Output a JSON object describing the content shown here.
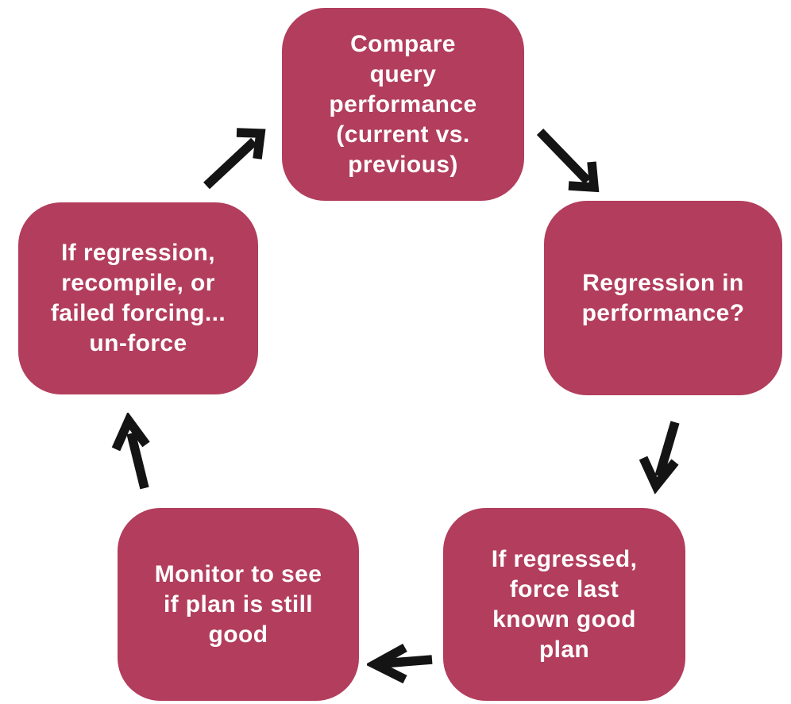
{
  "diagram": {
    "name": "query-plan-regression-tuning-cycle",
    "background": "#ffffff",
    "node_fill": "#b23d5c",
    "node_text_color": "#ffffff",
    "arrow_color": "#141414",
    "nodes": [
      {
        "id": "compare",
        "position": "top",
        "lines": [
          "Compare",
          "query",
          "performance",
          "(current vs.",
          "previous)"
        ]
      },
      {
        "id": "regression",
        "position": "right",
        "lines": [
          "Regression in",
          "performance?"
        ]
      },
      {
        "id": "force-plan",
        "position": "bottom-right",
        "lines": [
          "If regressed,",
          "force last",
          "known good",
          "plan"
        ]
      },
      {
        "id": "monitor",
        "position": "bottom-left",
        "lines": [
          "Monitor to see",
          "if plan is still",
          "good"
        ]
      },
      {
        "id": "unforce",
        "position": "left",
        "lines": [
          "If regression,",
          "recompile, or",
          "failed forcing...",
          "un-force"
        ]
      }
    ],
    "edges": [
      {
        "from": "unforce",
        "to": "compare",
        "direction": "up-right"
      },
      {
        "from": "compare",
        "to": "regression",
        "direction": "down-right"
      },
      {
        "from": "regression",
        "to": "force-plan",
        "direction": "down"
      },
      {
        "from": "force-plan",
        "to": "monitor",
        "direction": "left"
      },
      {
        "from": "monitor",
        "to": "unforce",
        "direction": "up"
      }
    ]
  }
}
